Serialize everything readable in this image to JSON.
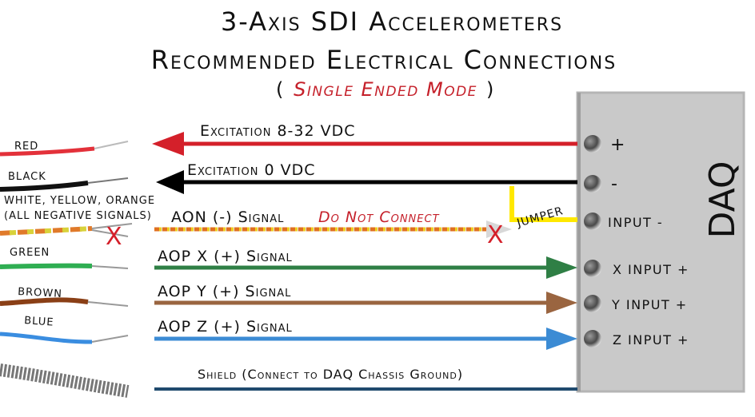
{
  "title": {
    "line1": "3-Axis SDI Accelerometers",
    "line2": "Recommended Electrical Connections",
    "line3": "Single Ended Mode",
    "paren_open": "(",
    "paren_close": ")"
  },
  "wires": {
    "red": "RED",
    "black": "BLACK",
    "white_yellow_orange": "WHITE, YELLOW, ORANGE",
    "negatives": "(ALL NEGATIVE SIGNALS)",
    "green": "GREEN",
    "brown": "BROWN",
    "blue": "BLUE"
  },
  "signals": {
    "excitation_pos": "Excitation 8-32 VDC",
    "excitation_zero": "Excitation 0 VDC",
    "aon": "AON (-) Signal",
    "do_not_connect": "Do Not Connect",
    "aop_x": "AOP X (+) Signal",
    "aop_y": "AOP Y (+) Signal",
    "aop_z": "AOP Z (+) Signal",
    "shield": "Shield (Connect to DAQ Chassis Ground)",
    "jumper": "JUMPER",
    "x_mark": "X"
  },
  "daq": {
    "title": "DAQ",
    "ports": [
      "+",
      "-",
      "INPUT -",
      "X INPUT +",
      "Y INPUT +",
      "Z INPUT +"
    ]
  },
  "colors": {
    "red": "#d4202a",
    "black": "#000000",
    "green": "#2f7f45",
    "brown": "#9a6540",
    "blue": "#3b8bd4",
    "shield": "#1f4a6e",
    "jumper": "#ffe800",
    "daq": "#c9c9c9"
  }
}
